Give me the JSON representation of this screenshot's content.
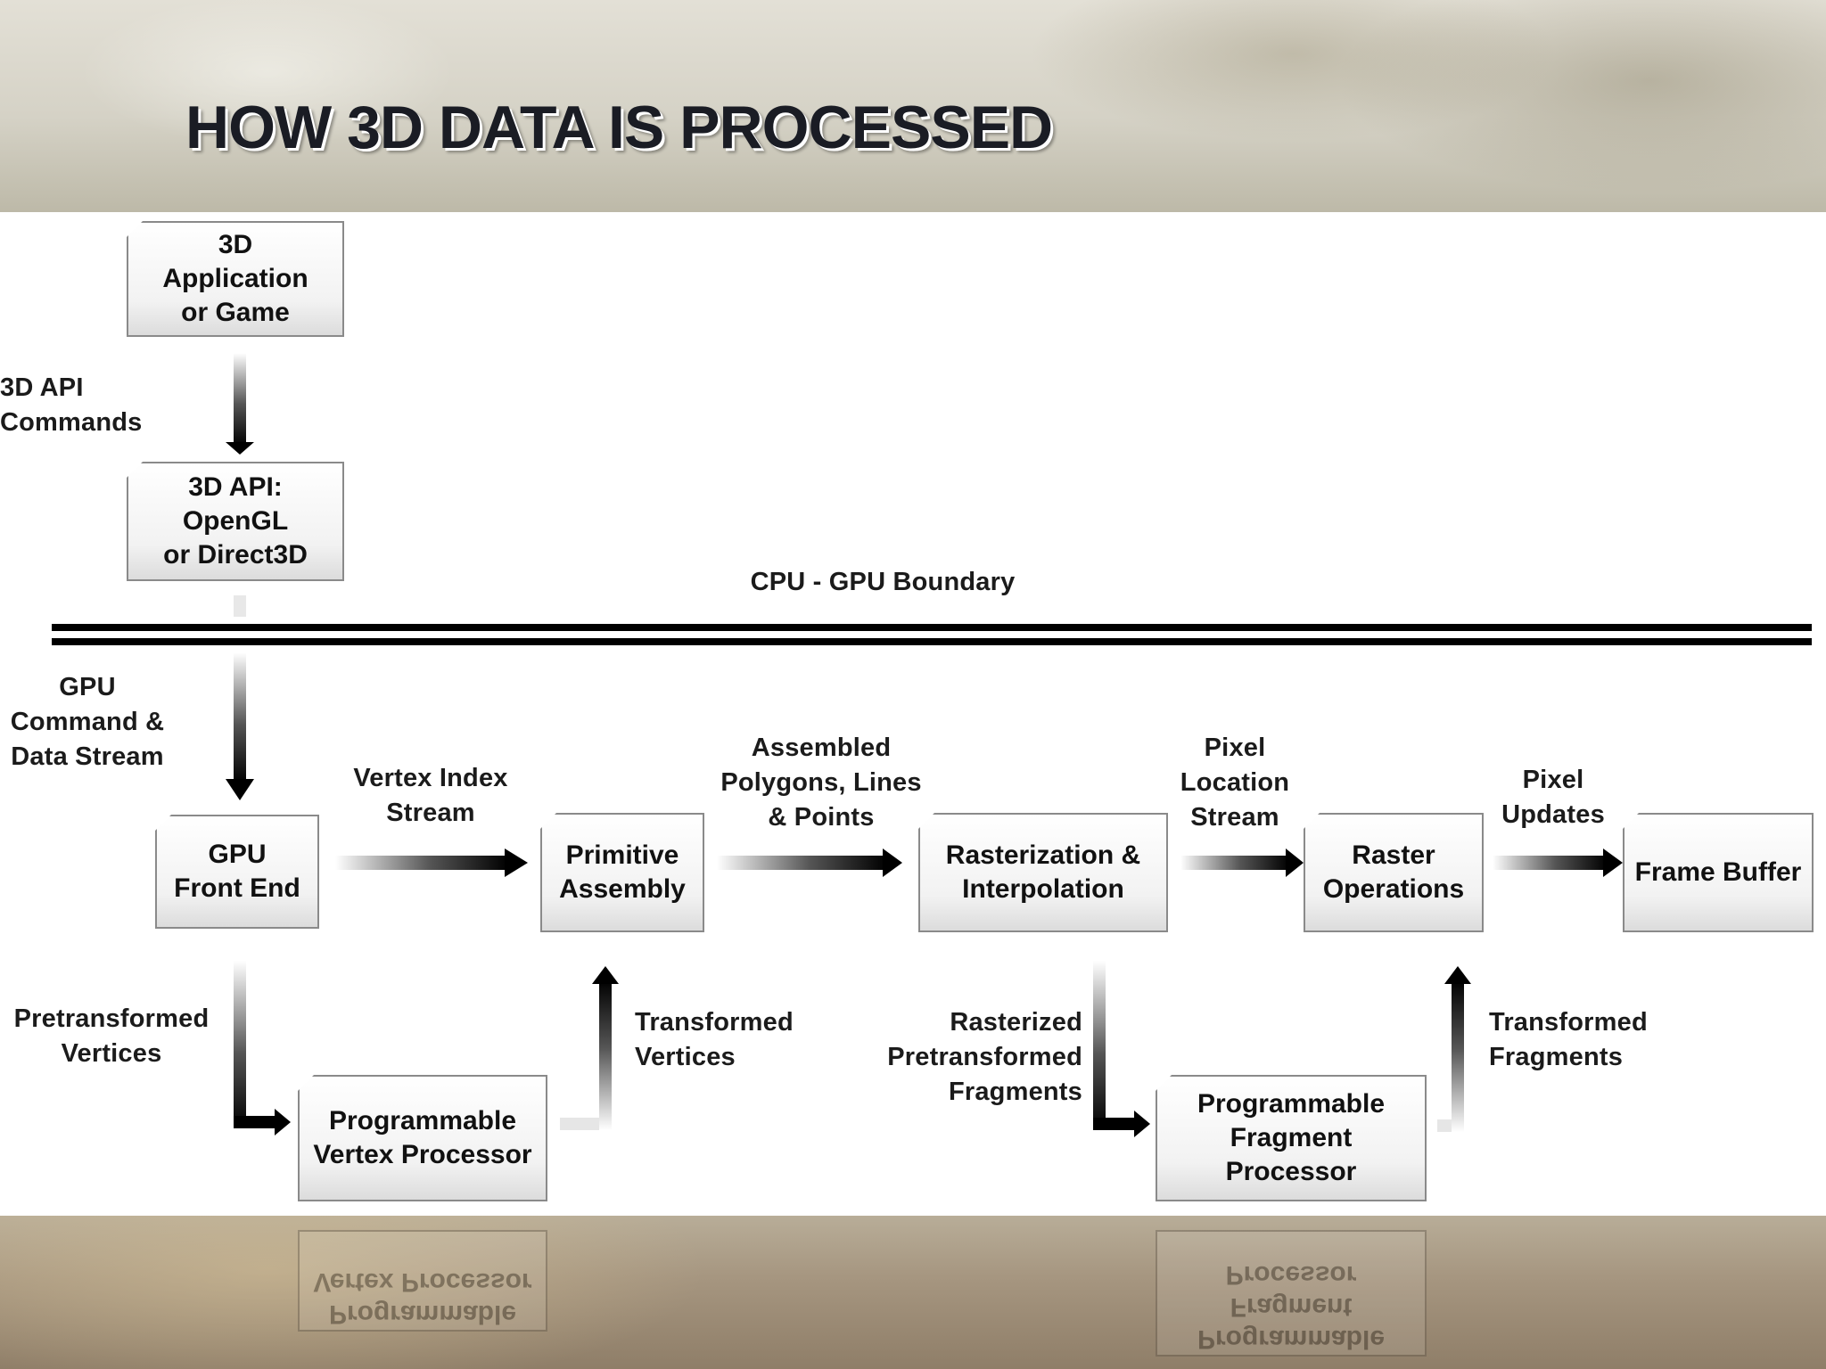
{
  "title": "HOW 3D DATA IS PROCESSED",
  "boundary": {
    "label": "CPU - GPU Boundary"
  },
  "boxes": {
    "app": "3D\nApplication\nor Game",
    "api": "3D API:\nOpenGL\nor Direct3D",
    "front_end": "GPU\nFront End",
    "primitive": "Primitive\nAssembly",
    "raster_interp": "Rasterization &\nInterpolation",
    "raster_ops": "Raster\nOperations",
    "frame_buffer": "Frame Buffer",
    "vertex_proc": "Programmable\nVertex Processor",
    "fragment_proc": "Programmable\nFragment\nProcessor"
  },
  "labels": {
    "api_commands": "3D API\nCommands",
    "gpu_stream": "GPU\nCommand &\nData Stream",
    "vertex_index": "Vertex Index\nStream",
    "assembled": "Assembled\nPolygons, Lines\n& Points",
    "pixel_location": "Pixel\nLocation\nStream",
    "pixel_updates": "Pixel\nUpdates",
    "pretransformed": "Pretransformed\nVertices",
    "transformed_vertices": "Transformed\nVertices",
    "rasterized": "Rasterized\nPretransformed\nFragments",
    "transformed_fragments": "Transformed\nFragments"
  },
  "colors": {
    "title": "#1a1c24",
    "panel": "#ffffff",
    "arrow": "#111111"
  }
}
